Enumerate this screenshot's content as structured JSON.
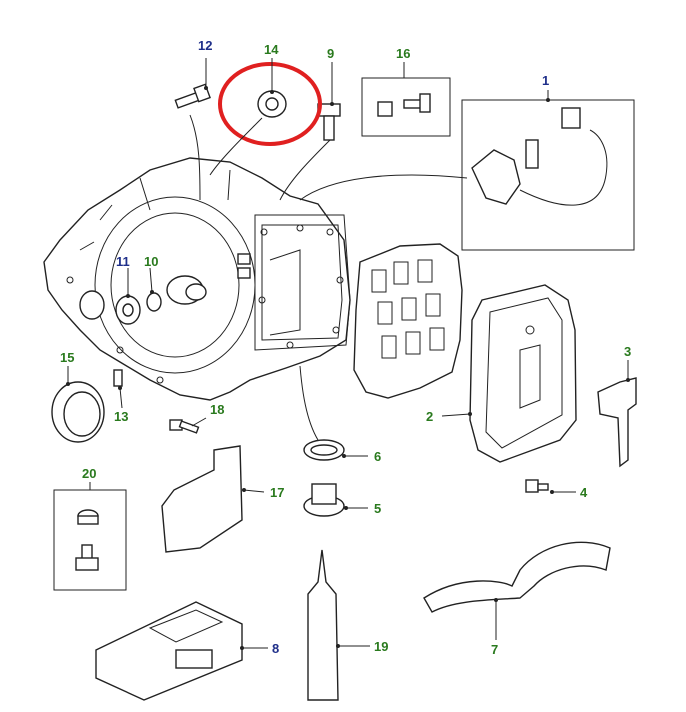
{
  "callouts": [
    {
      "id": "c1",
      "num": "1",
      "color": "#1f2f8a"
    },
    {
      "id": "c2",
      "num": "2",
      "color": "#2a7a1e"
    },
    {
      "id": "c3",
      "num": "3",
      "color": "#2a7a1e"
    },
    {
      "id": "c4",
      "num": "4",
      "color": "#2a7a1e"
    },
    {
      "id": "c5",
      "num": "5",
      "color": "#2a7a1e"
    },
    {
      "id": "c6",
      "num": "6",
      "color": "#2a7a1e"
    },
    {
      "id": "c7",
      "num": "7",
      "color": "#2a7a1e"
    },
    {
      "id": "c8",
      "num": "8",
      "color": "#1f2f8a"
    },
    {
      "id": "c9",
      "num": "9",
      "color": "#2a7a1e"
    },
    {
      "id": "c10",
      "num": "10",
      "color": "#2a7a1e"
    },
    {
      "id": "c11",
      "num": "11",
      "color": "#1f2f8a"
    },
    {
      "id": "c12",
      "num": "12",
      "color": "#1f2f8a"
    },
    {
      "id": "c13",
      "num": "13",
      "color": "#2a7a1e"
    },
    {
      "id": "c14",
      "num": "14",
      "color": "#2a7a1e"
    },
    {
      "id": "c15",
      "num": "15",
      "color": "#2a7a1e"
    },
    {
      "id": "c16",
      "num": "16",
      "color": "#2a7a1e"
    },
    {
      "id": "c17",
      "num": "17",
      "color": "#2a7a1e"
    },
    {
      "id": "c18",
      "num": "18",
      "color": "#2a7a1e"
    },
    {
      "id": "c19",
      "num": "19",
      "color": "#2a7a1e"
    },
    {
      "id": "c20",
      "num": "20",
      "color": "#2a7a1e"
    }
  ],
  "highlight": {
    "target": "14",
    "color": "#e02020"
  }
}
